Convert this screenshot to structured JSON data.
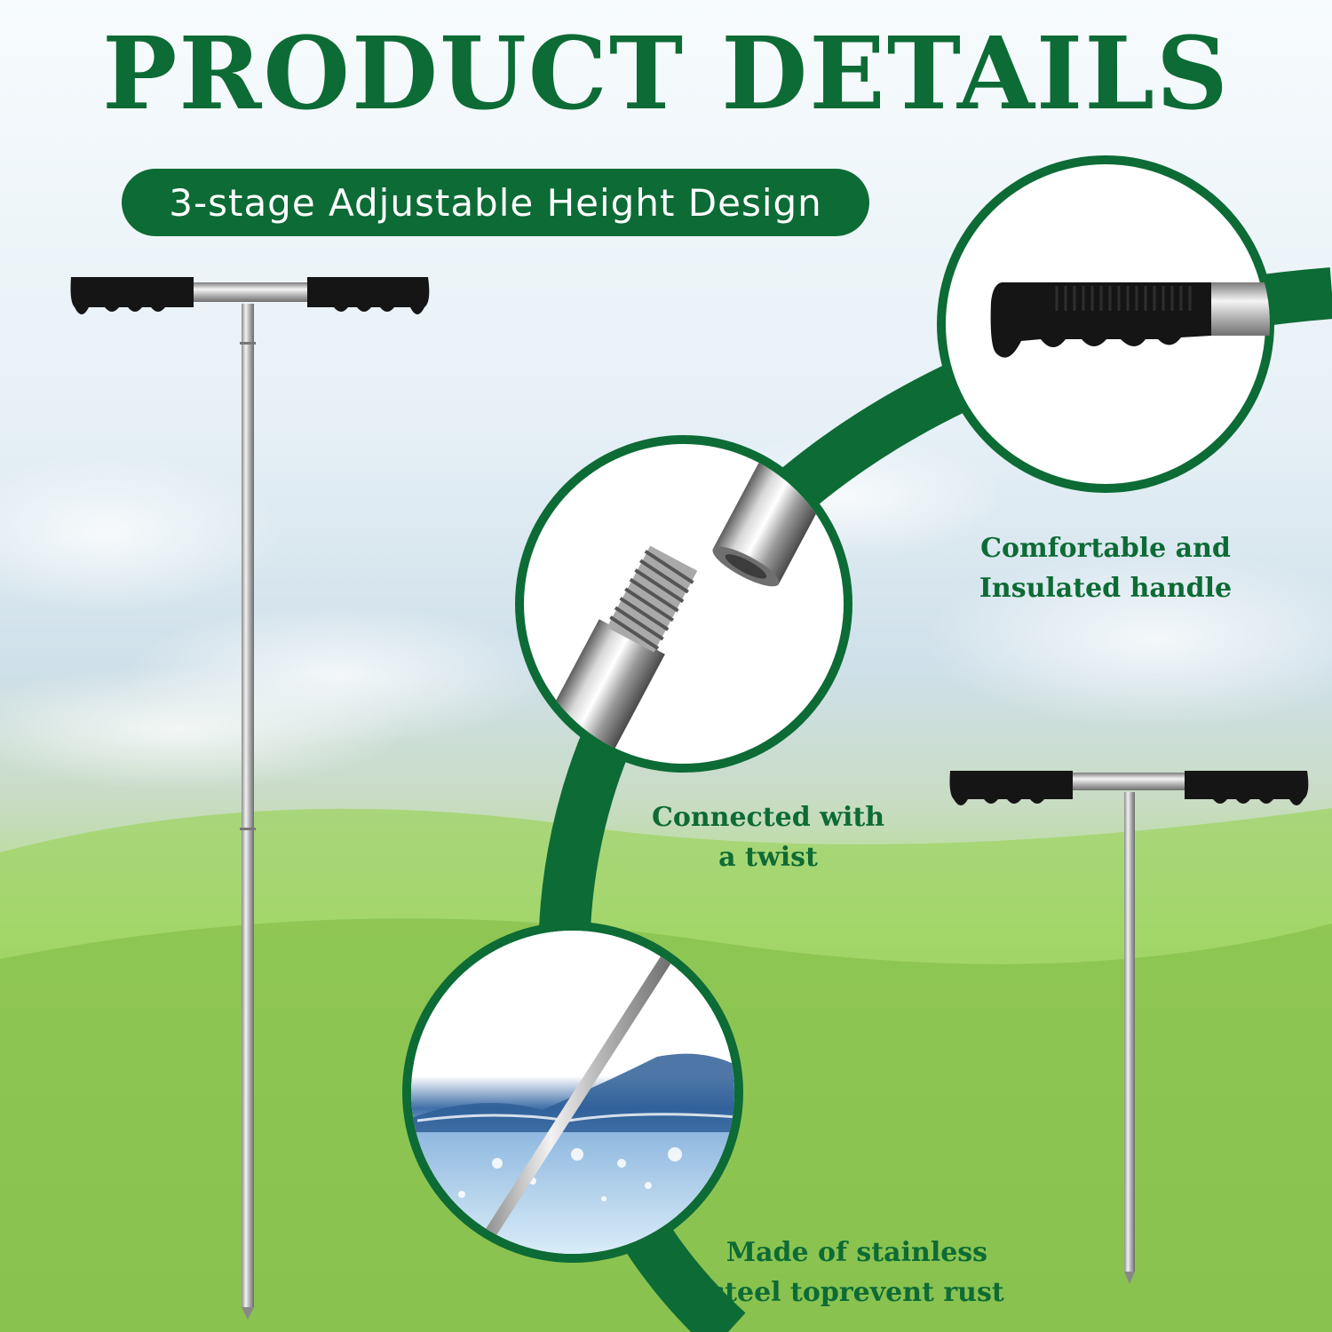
{
  "title": "PRODUCT DETAILS",
  "subtitle_badge": "3-stage Adjustable Height Design",
  "features": [
    {
      "line1": "Comfortable and",
      "line2": "Insulated handle",
      "icon": "rubber-handle-closeup"
    },
    {
      "line1": "Connected with",
      "line2": "a twist",
      "icon": "threaded-connector-closeup"
    },
    {
      "line1": "Made of stainless",
      "line2": "steel toprevent rust",
      "icon": "rod-in-water-closeup"
    }
  ],
  "colors": {
    "brand_green": "#0d6b35",
    "badge_text": "#ffffff",
    "grip_black": "#151515"
  }
}
